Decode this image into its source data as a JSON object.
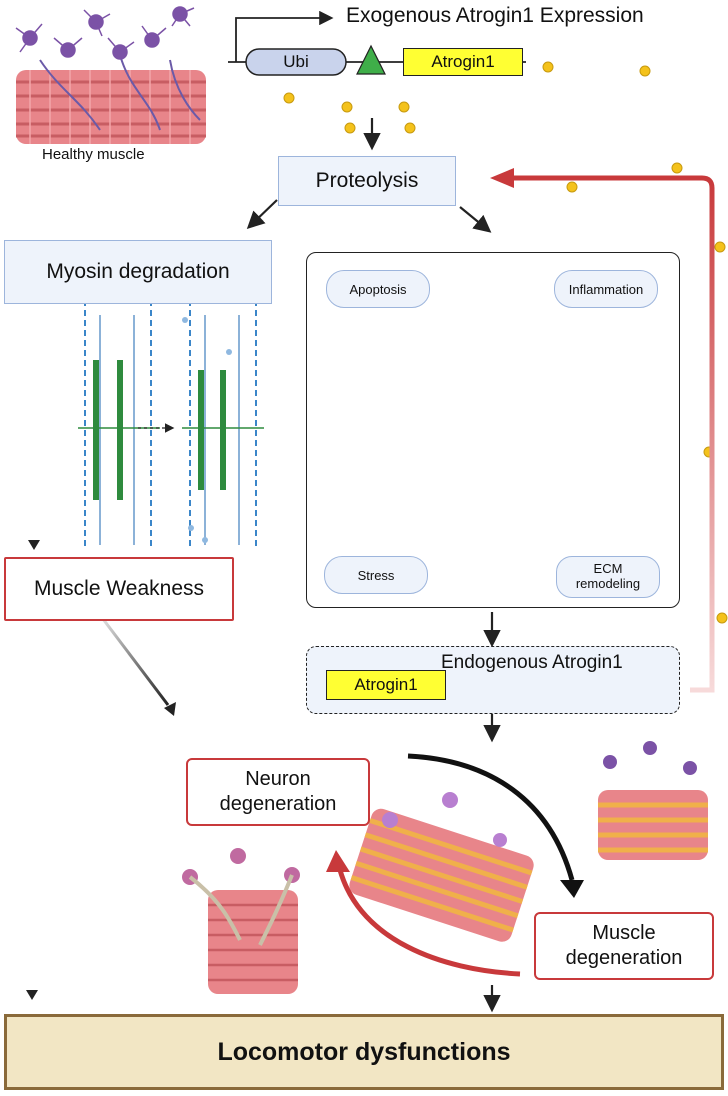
{
  "top": {
    "healthy_muscle_label": "Healthy muscle",
    "exogenous_label": "Exogenous Atrogin1 Expression",
    "ubi_label": "Ubi",
    "atrogin1_label": "Atrogin1"
  },
  "proteolysis_label": "Proteolysis",
  "myosin_label": "Myosin degradation",
  "muscle_weakness_label": "Muscle Weakness",
  "cycle": {
    "apoptosis_label": "Apoptosis",
    "inflammation_label": "Inflammation",
    "stress_label": "Stress",
    "ecm_label_line1": "ECM",
    "ecm_label_line2": "remodeling"
  },
  "endogenous": {
    "title": "Endogenous Atrogin1",
    "gene_label": "Atrogin1"
  },
  "neuron_line1": "Neuron",
  "neuron_line2": "degeneration",
  "muscle_deg_line1": "Muscle",
  "muscle_deg_line2": "degeneration",
  "locomotor_label": "Locomotor dysfunctions",
  "colors": {
    "accent_red": "#c8393b",
    "box_blue": "#eef3fb",
    "gene_yellow": "#ffff33",
    "dot_yellow": "#f4c21b",
    "bottom_tan": "#f2e6c4"
  }
}
